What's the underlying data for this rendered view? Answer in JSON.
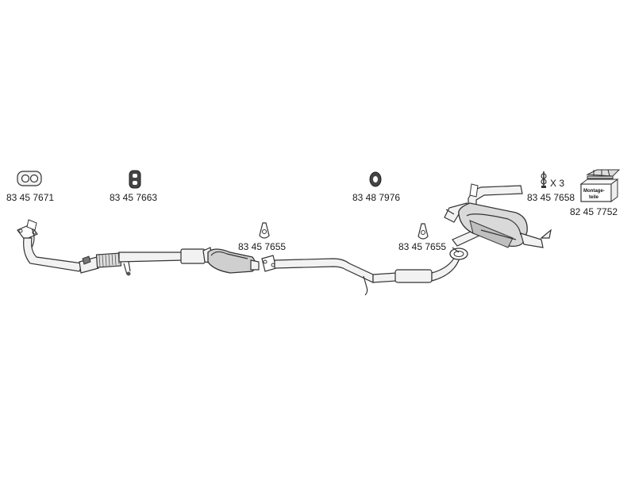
{
  "parts": [
    {
      "name": "gasket-flange",
      "number": "83 45 7671"
    },
    {
      "name": "rubber-hanger",
      "number": "83 45 7663"
    },
    {
      "name": "clamp-center",
      "number": "83 45 7655"
    },
    {
      "name": "rubber-ring",
      "number": "83 48 7976"
    },
    {
      "name": "clamp-rear",
      "number": "83 45 7655"
    },
    {
      "name": "spring-bolt",
      "number": "83 45 7658",
      "qty": "X 3"
    },
    {
      "name": "mounting-kit",
      "number": "82 45 7752",
      "box_text": [
        "Montage-",
        "teile"
      ]
    }
  ]
}
